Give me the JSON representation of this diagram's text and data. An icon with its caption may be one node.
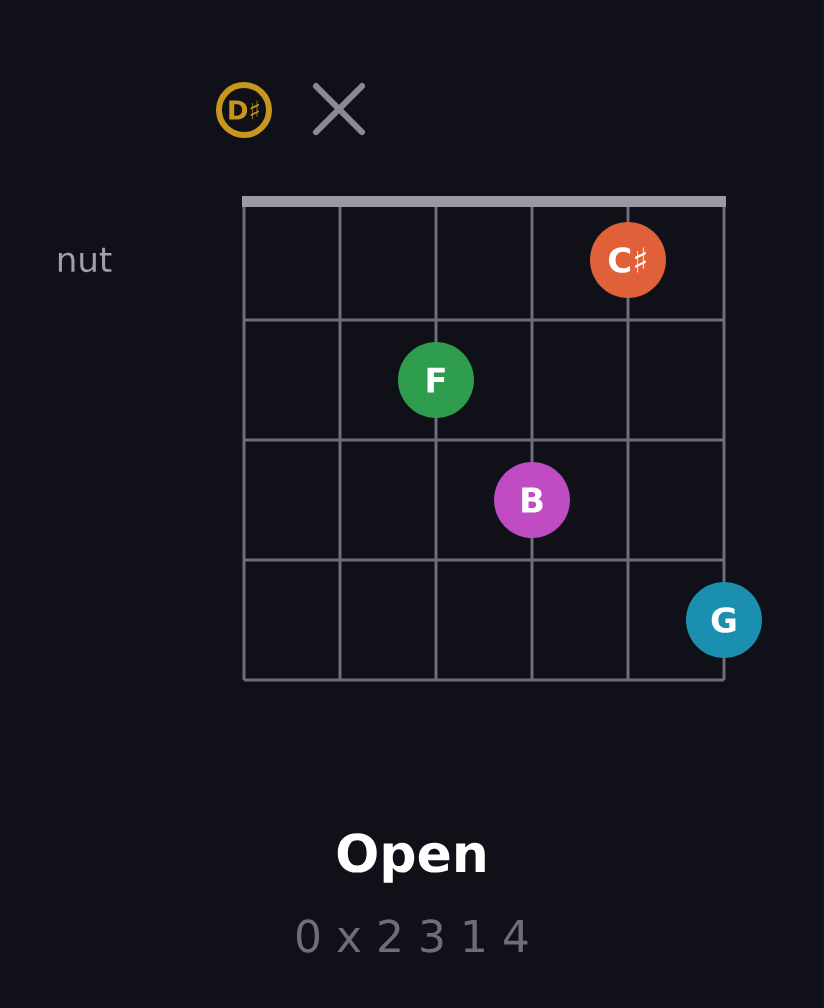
{
  "diagram": {
    "title": "Open",
    "nodes": [
      {
        "text": [
          "D♯"
        ]
      },
      {
        "text": [
          "C♯"
        ]
      },
      {
        "text": [
          "F"
        ]
      },
      {
        "text": [
          "B"
        ]
      },
      {
        "text": [
          "G"
        ]
      }
    ],
    "labels": [
      "nut",
      "0 x 2 3 1 4"
    ]
  }
}
